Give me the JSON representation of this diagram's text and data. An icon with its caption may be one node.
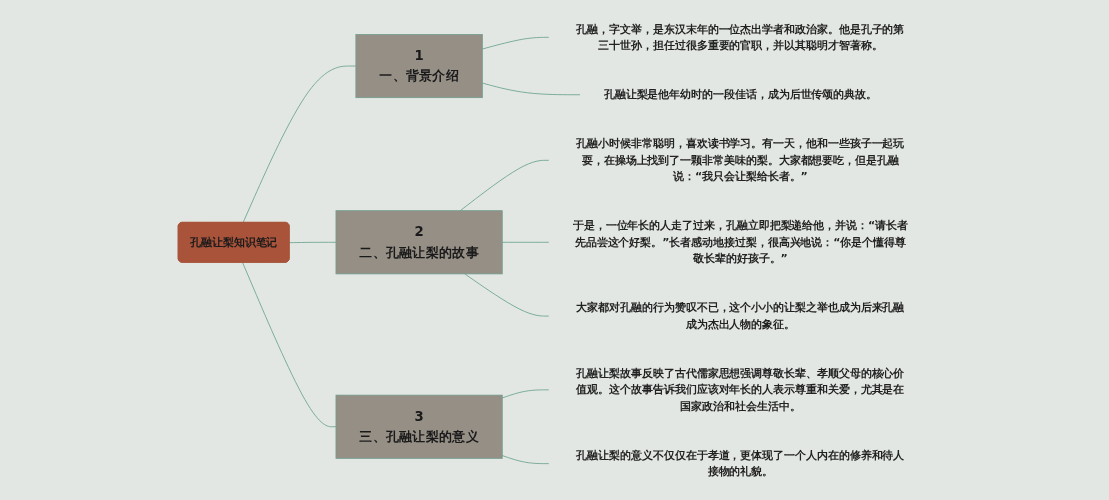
{
  "diagram": {
    "nodes": [
      {
        "text": [
          "孔融让梨知识笔记"
        ]
      },
      {
        "text": [
          "1",
          "一、背景介绍"
        ]
      },
      {
        "text": [
          "孔融，字文举，是东汉末年的一位杰出学者和政治家。他是孔子的第三十世孙，担任过很多重要的官职，并以其聪明才智著称。"
        ]
      },
      {
        "text": [
          "孔融让梨是他年幼时的一段佳话，成为后世传颂的典故。"
        ]
      },
      {
        "text": [
          "2",
          "二、孔融让梨的故事"
        ]
      },
      {
        "text": [
          "孔融小时候非常聪明，喜欢读书学习。有一天，他和一些孩子一起玩耍，在操场上找到了一颗非常美味的梨。大家都想要吃，但是孔融说：“我只会让梨给长者。”"
        ]
      },
      {
        "text": [
          "于是，一位年长的人走了过来，孔融立即把梨递给他，并说：“请长者先品尝这个好梨。”长者感动地接过梨，很高兴地说：“你是个懂得尊敬长辈的好孩子。”"
        ]
      },
      {
        "text": [
          "大家都对孔融的行为赞叹不已，这个小小的让梨之举也成为后来孔融成为杰出人物的象征。"
        ]
      },
      {
        "text": [
          "3",
          "三、孔融让梨的意义"
        ]
      },
      {
        "text": [
          "孔融让梨故事反映了古代儒家思想强调尊敬长辈、孝顺父母的核心价值观。这个故事告诉我们应该对年长的人表示尊重和关爱，尤其是在国家政治和社会生活中。"
        ]
      },
      {
        "text": [
          "孔融让梨的意义不仅仅在于孝道，更体现了一个人内在的修养和待人接物的礼貌。"
        ]
      }
    ],
    "edges": [
      {
        "from": 0,
        "to": 1,
        "arrow": "none"
      },
      {
        "from": 1,
        "to": 2,
        "arrow": "none"
      },
      {
        "from": 1,
        "to": 3,
        "arrow": "none"
      },
      {
        "from": 0,
        "to": 4,
        "arrow": "none"
      },
      {
        "from": 4,
        "to": 5,
        "arrow": "none"
      },
      {
        "from": 4,
        "to": 6,
        "arrow": "none"
      },
      {
        "from": 4,
        "to": 7,
        "arrow": "none"
      },
      {
        "from": 0,
        "to": 8,
        "arrow": "none"
      },
      {
        "from": 8,
        "to": 9,
        "arrow": "none"
      },
      {
        "from": 8,
        "to": 10,
        "arrow": "none"
      }
    ]
  }
}
